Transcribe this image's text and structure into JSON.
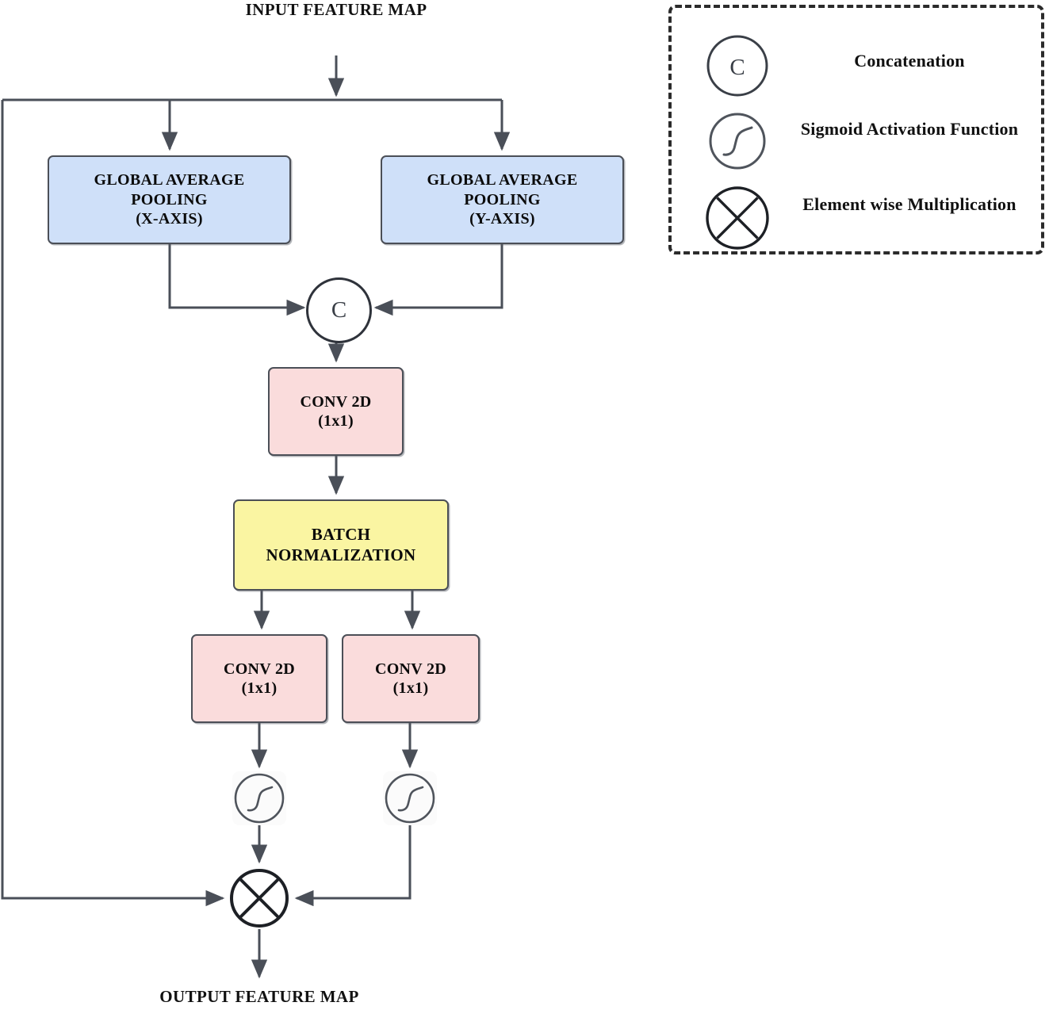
{
  "diagram": {
    "title_in_label": "INPUT FEATURE MAP",
    "input_label": {
      "line1": "INPUT FEATURE",
      "line2": "MAP"
    },
    "output_label": {
      "line1": "OUTPUT FEATURE",
      "line2": "MAP"
    },
    "colors": {
      "pooling_fill": "#cfe0f9",
      "conv_fill": "#fadcdc",
      "batchnorm_fill": "#faf5a2",
      "stroke": "#4b4f57",
      "wire": "#4a4f58",
      "operator_stroke": "#2f333b",
      "legend_border": "#2b2b2b"
    },
    "nodes": {
      "gap_x": {
        "line1": "GLOBAL AVERAGE",
        "line2": "POOLING",
        "line3": "(X-AXIS)"
      },
      "gap_y": {
        "line1": "GLOBAL AVERAGE",
        "line2": "POOLING",
        "line3": "(Y-AXIS)"
      },
      "conv_top": {
        "line1": "CONV 2D",
        "line2": "(1x1)"
      },
      "batchnorm": {
        "line1": "BATCH",
        "line2": "NORMALIZATION"
      },
      "conv_left": {
        "line1": "CONV 2D",
        "line2": "(1x1)"
      },
      "conv_right": {
        "line1": "CONV 2D",
        "line2": "(1x1)"
      },
      "concat": {
        "symbol": "C",
        "icon": "concatenation-circle-icon"
      },
      "sigmoid_left": {
        "icon": "sigmoid-icon"
      },
      "sigmoid_right": {
        "icon": "sigmoid-icon"
      },
      "multiply": {
        "icon": "elementwise-multiplication-icon"
      }
    }
  },
  "legend": {
    "items": [
      {
        "icon": "concatenation-circle-icon",
        "symbol": "C",
        "label_line1": "Concatenation",
        "label_line2": ""
      },
      {
        "icon": "sigmoid-icon",
        "symbol": "",
        "label_line1": "Sigmoid Activation",
        "label_line2": "Function"
      },
      {
        "icon": "elementwise-multiplication-icon",
        "symbol": "",
        "label_line1": "Element wise",
        "label_line2": "Multiplication"
      }
    ]
  }
}
